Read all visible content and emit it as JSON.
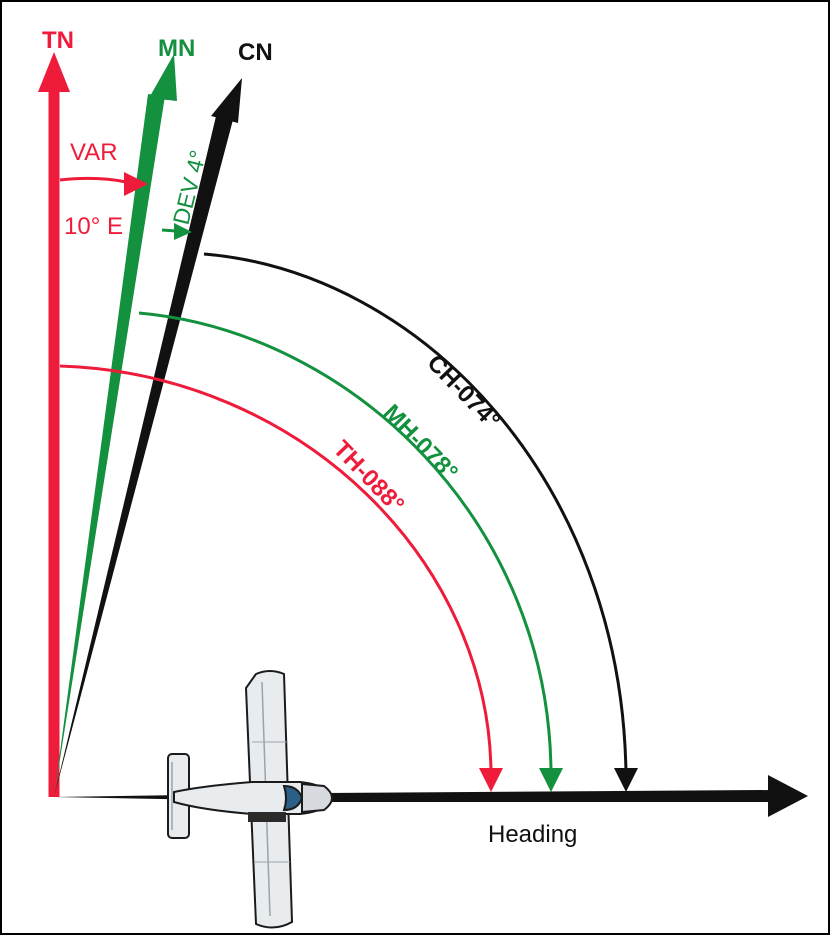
{
  "colors": {
    "true": "#ee1c3a",
    "magnetic": "#14913f",
    "compass": "#111111",
    "aircraft_body": "#e9ecef",
    "aircraft_outline": "#1b1b1b",
    "canopy": "#2b5f86"
  },
  "north_labels": {
    "true_north": "TN",
    "magnetic_north": "MN",
    "compass_north": "CN"
  },
  "variation": {
    "label": "VAR",
    "value": "10° E"
  },
  "deviation": {
    "label": "DEV 4°"
  },
  "headings": {
    "true_heading": "TH-088°",
    "magnetic_heading": "MH-078°",
    "compass_heading": "CH-074°"
  },
  "heading_label": "Heading",
  "icons": {
    "aircraft": "airplane-top-view-icon"
  }
}
